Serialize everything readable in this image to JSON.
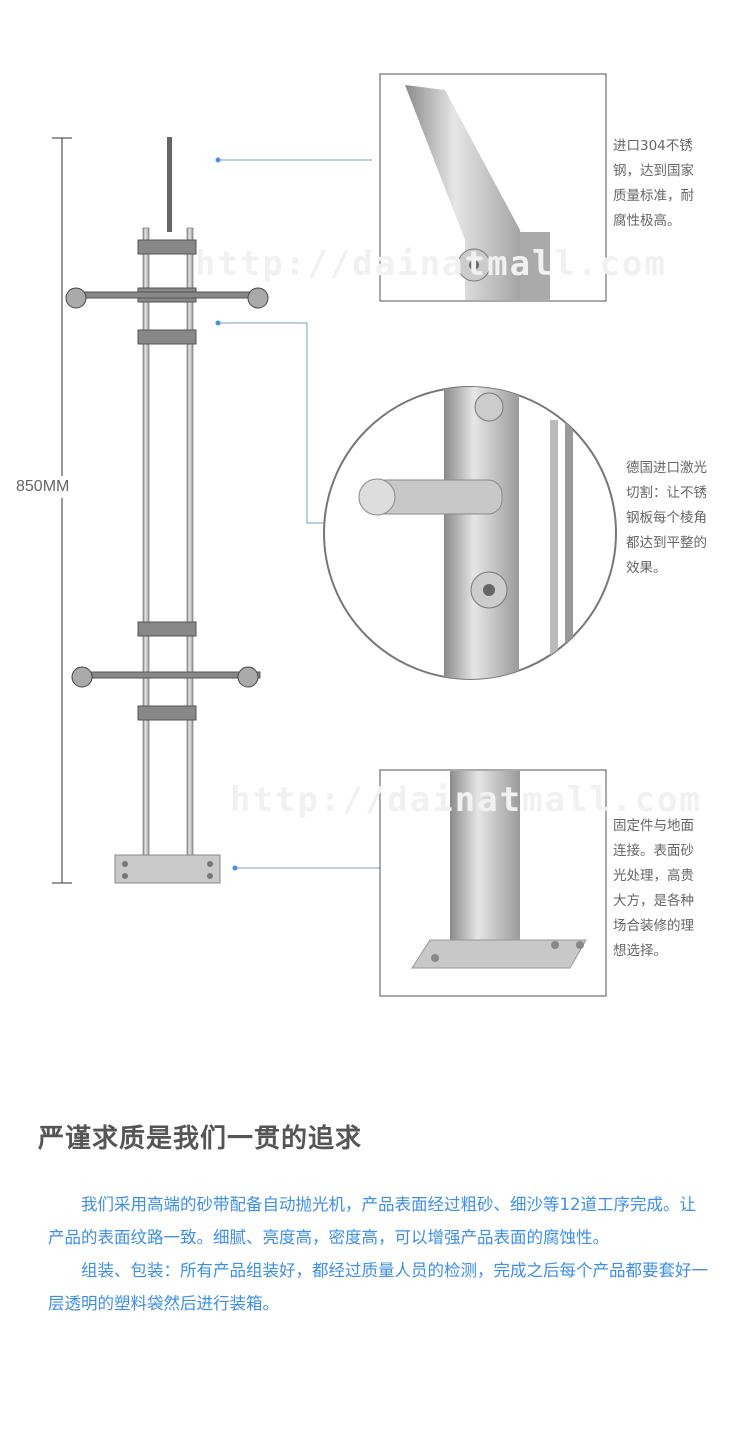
{
  "dimension": {
    "label": "850MM"
  },
  "watermark": "http://dainatmall.com",
  "callouts": [
    {
      "text": "进口304不锈\n钢，达到国家\n质量标准，耐\n腐性极高。"
    },
    {
      "text": "德国进口激光\n切割：让不锈\n钢板每个棱角\n都达到平整的\n效果。"
    },
    {
      "text": "固定件与地面\n连接。表面砂\n光处理，高贵\n大方，是各种\n场合装修的理\n想选择。"
    }
  ],
  "section": {
    "title": "严谨求质是我们一贯的追求",
    "paragraphs": [
      "我们采用高端的砂带配备自动抛光机，产品表面经过粗砂、细沙等12道工序完成。让产品的表面纹路一致。细腻、亮度高，密度高，可以增强产品表面的腐蚀性。",
      "组装、包装：所有产品组装好，都经过质量人员的检测，完成之后每个产品都要套好一层透明的塑料袋然后进行装箱。"
    ]
  },
  "colors": {
    "text_blue": "#3d8fe6",
    "leader": "#7a9cc6",
    "steel": "#b8b8b8"
  }
}
